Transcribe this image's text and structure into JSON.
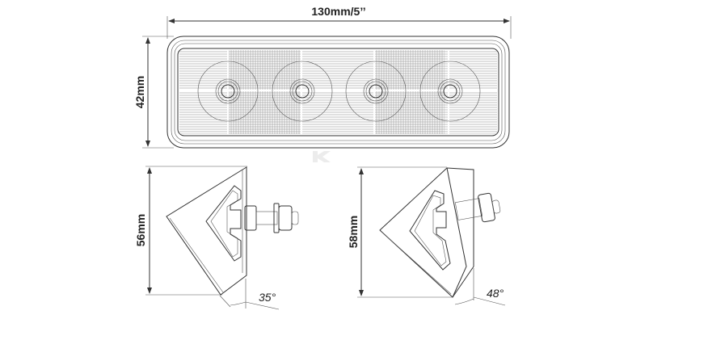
{
  "front_view": {
    "width_label": "130mm/5’’",
    "height_label": "42mm",
    "led_count": 4
  },
  "side_view_left": {
    "height_label": "56mm",
    "angle_label": "35°"
  },
  "side_view_right": {
    "height_label": "58mm",
    "angle_label": "48°"
  },
  "watermark": "K"
}
